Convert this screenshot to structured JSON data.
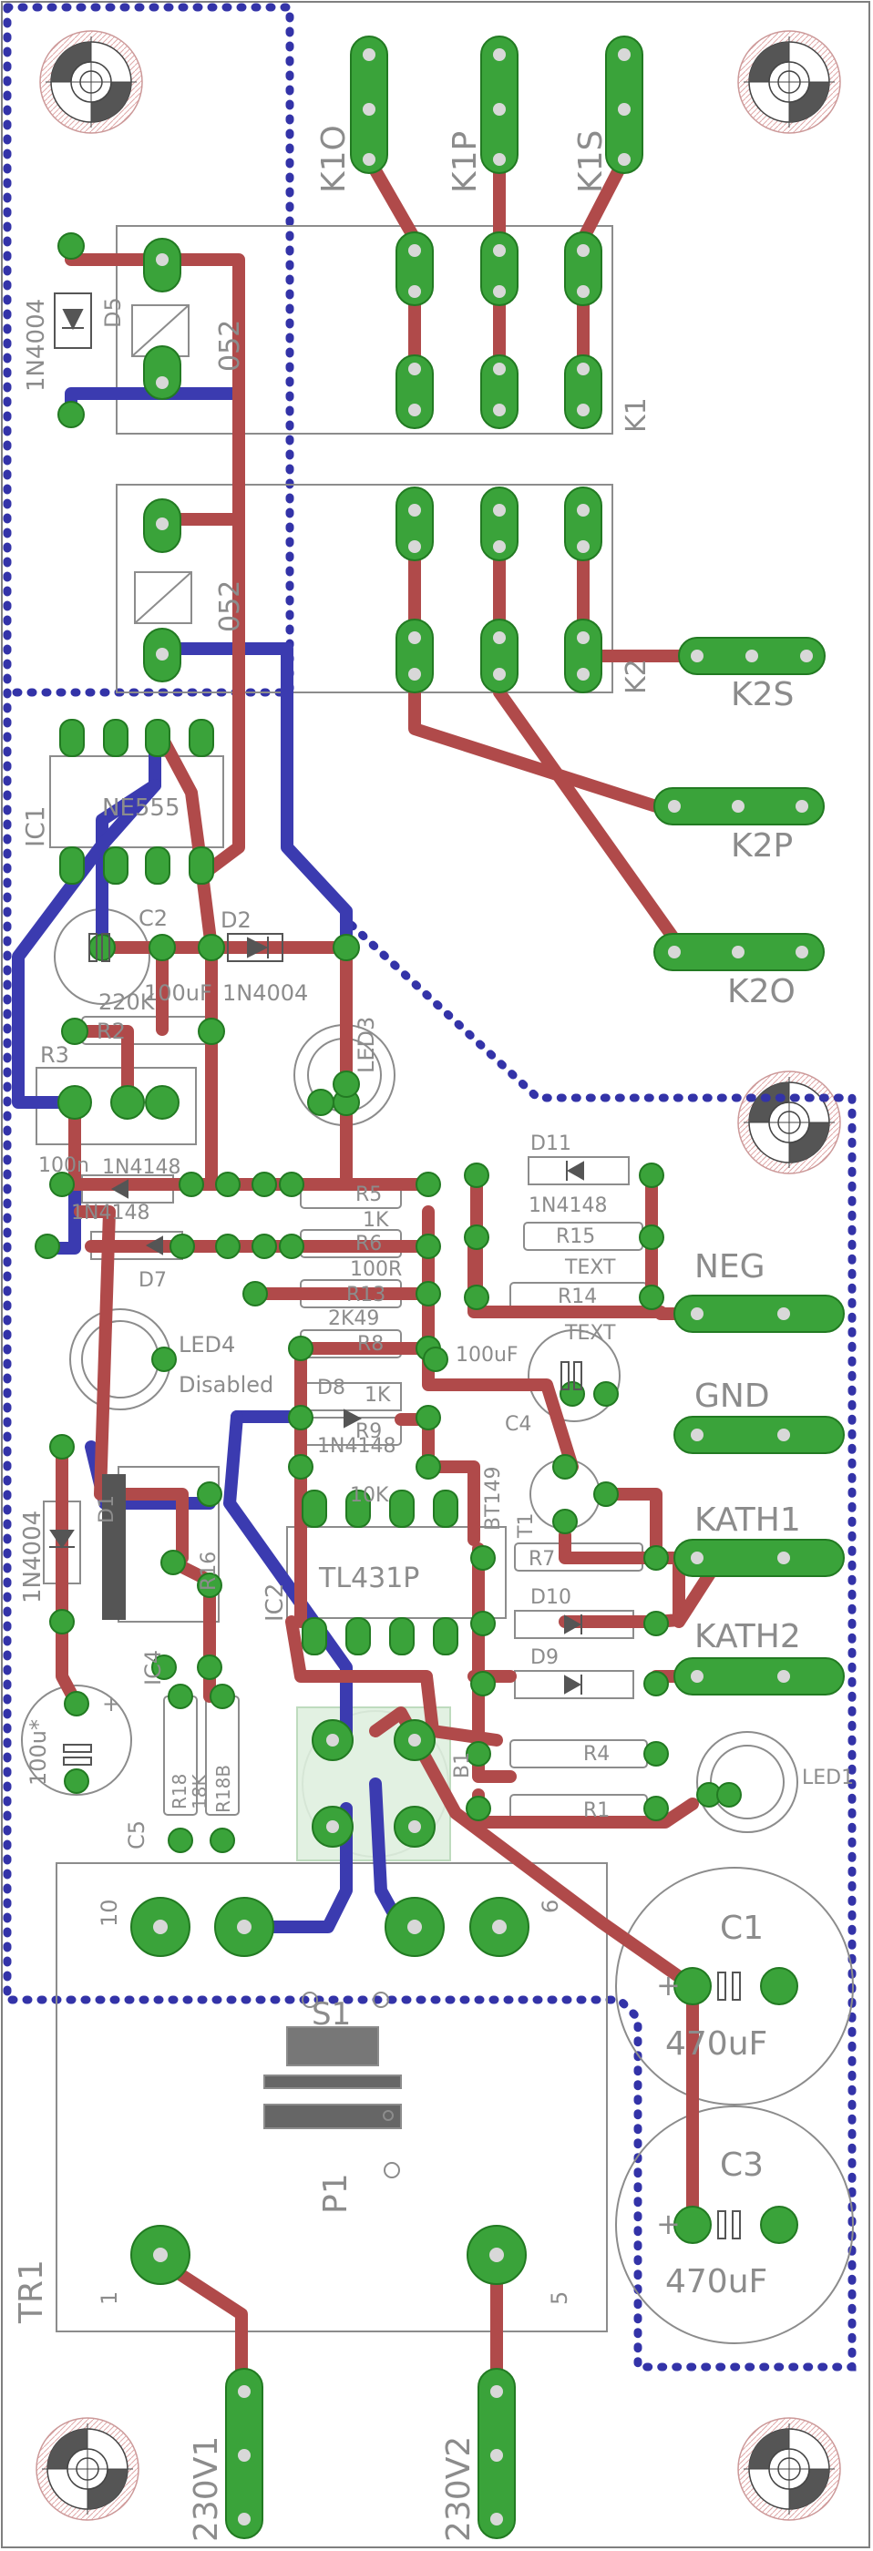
{
  "colors": {
    "top_copper": "#b04a4a",
    "bottom_copper": "#3b3bb0",
    "pad": "#3aa33a",
    "pad_dark": "#227a22",
    "hole": "#e8e8e8",
    "silk": "#8c8c8c",
    "outline": "#7f7f7f",
    "keepout": "#3333a8"
  },
  "connectors": {
    "k1o": "K1O",
    "k1p": "K1P",
    "k1s": "K1S",
    "k2s": "K2S",
    "k2p": "K2P",
    "k2o": "K2O",
    "neg": "NEG",
    "gnd": "GND",
    "kath1": "KATH1",
    "kath2": "KATH2",
    "v230_1": "230V1",
    "v230_2": "230V2"
  },
  "relays": {
    "k1_name": "K1",
    "k1_type": "052",
    "k2_name": "K2",
    "k2_type": "052"
  },
  "parts": {
    "d5_name": "D5",
    "d5_value": "1N4004",
    "ic1_name": "IC1",
    "ic1_value": "NE555",
    "c2_name": "C2",
    "c2_value": "100uF",
    "d2_name": "D2",
    "d2_value": "1N4004",
    "r2_name": "R2",
    "r2_value": "220K",
    "r3_name": "R3",
    "r3_value": "100n",
    "led3_name": "LED3",
    "d6_value": "1N4148",
    "d7_name": "D7",
    "d7_value": "1N4148",
    "d11_name": "D11",
    "d11_value": "1N4148",
    "r5_name": "R5",
    "r5_value": "1K",
    "r6_name": "R6",
    "r6_value": "100R",
    "r13_name": "R13",
    "r13_value": "2K49",
    "r15_name": "R15",
    "r15_value": "TEXT",
    "r14_name": "R14",
    "r14_value": "TEXT",
    "r8_name": "R8",
    "r8_value": "1K",
    "led4_name": "LED4",
    "led4_value": "Disabled",
    "d8_name": "D8",
    "d8_value": "1N4148",
    "r9_name": "R9",
    "r9_value": "10K",
    "c4_name": "C4",
    "c4_value": "100uF",
    "t1_name": "T1",
    "t1_value": "BT149",
    "d1_name": "D1",
    "d1_value": "1N4004",
    "r16_name": "R16",
    "ic2_name": "IC2",
    "ic2_value": "TL431P",
    "r7_name": "R7",
    "d10_name": "D10",
    "d9_name": "D9",
    "ic4_name": "IC4",
    "c5_name": "C5",
    "c5_value": "100u*",
    "r18_name": "R18",
    "r18_value": "18K",
    "r18b_name": "R18B",
    "b1_name": "B1",
    "r4_name": "R4",
    "r1_name": "R1",
    "led1_name": "LED1",
    "c1_name": "C1",
    "c1_value": "470uF",
    "c3_name": "C3",
    "c3_value": "470uF",
    "s1_name": "S1",
    "p1_name": "P1",
    "tr1_name": "TR1",
    "tr_pin10": "10",
    "tr_pin6": "6",
    "tr_pin1": "1",
    "tr_pin5": "5"
  }
}
